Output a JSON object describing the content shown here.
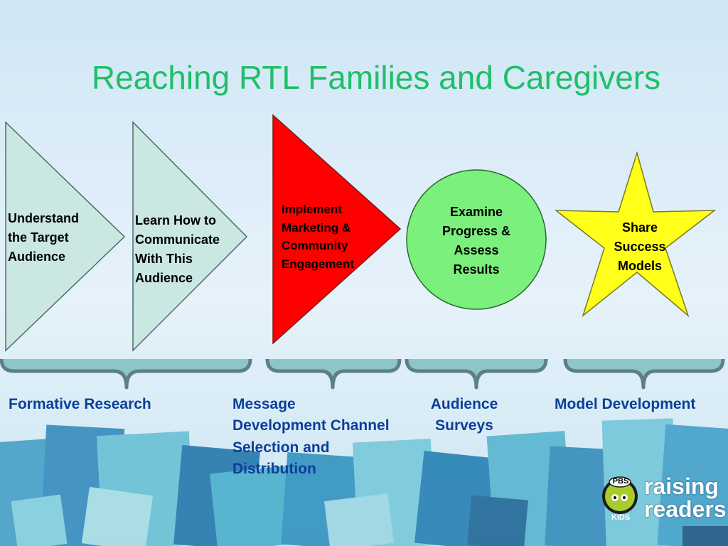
{
  "slide": {
    "title": "Reaching RTL Families and Caregivers"
  },
  "steps": [
    {
      "label": "Understand the Target Audience",
      "shape": "triangle-arrow",
      "color": "#cbe7e2"
    },
    {
      "label": "Learn How to Communicate With This Audience",
      "shape": "triangle-arrow",
      "color": "#cbe7e2"
    },
    {
      "label": "Implement Marketing & Community Engagement",
      "shape": "triangle-arrow",
      "color": "#ff0000"
    },
    {
      "label": "Examine Progress & Assess Results",
      "shape": "circle",
      "color": "#7cf07c"
    },
    {
      "label": "Share Success Models",
      "shape": "star",
      "color": "#ffff1a"
    }
  ],
  "phases": [
    {
      "label": "Formative Research"
    },
    {
      "label": "Message Development Channel Selection and Distribution"
    },
    {
      "label": "Audience Surveys"
    },
    {
      "label": "Model Development"
    }
  ],
  "logo": {
    "badge": "PBS",
    "word1": "raising",
    "word2": "readers",
    "sub": "KIDS",
    "icon": "pbs-kids-character-icon"
  },
  "colors": {
    "title": "#1fbf6a",
    "phase_text": "#0b3f99",
    "brace_fill": "#8cc6c8",
    "brace_stroke": "#5d7f85"
  }
}
